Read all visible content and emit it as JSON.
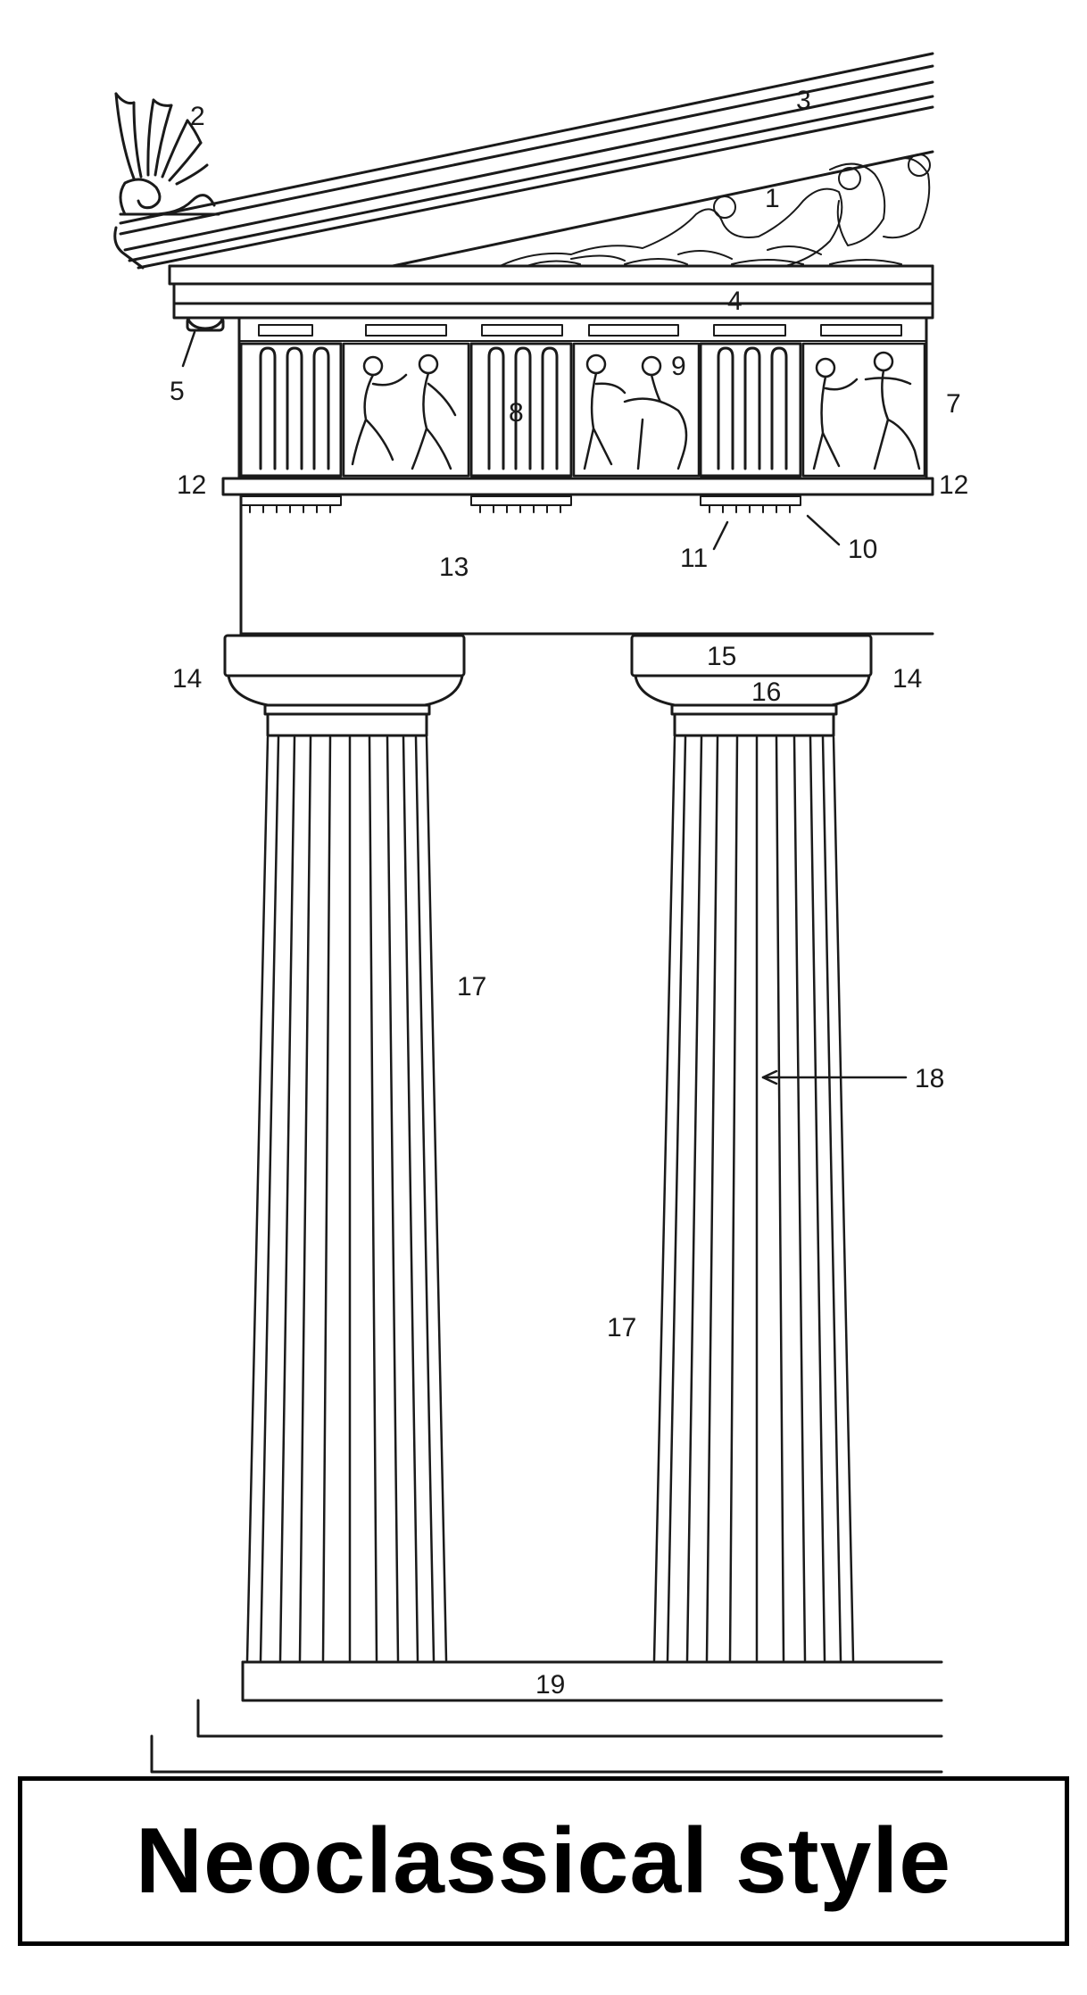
{
  "caption": "Neoclassical style",
  "labels": {
    "l1": "1",
    "l2": "2",
    "l3": "3",
    "l4": "4",
    "l5": "5",
    "l7": "7",
    "l8": "8",
    "l9": "9",
    "l10": "10",
    "l11": "11",
    "l12a": "12",
    "l12b": "12",
    "l13": "13",
    "l14a": "14",
    "l14b": "14",
    "l15": "15",
    "l16": "16",
    "l17a": "17",
    "l17b": "17",
    "l18": "18",
    "l19": "19"
  },
  "colors": {
    "ink": "#1a1a1a",
    "paper": "#ffffff"
  }
}
